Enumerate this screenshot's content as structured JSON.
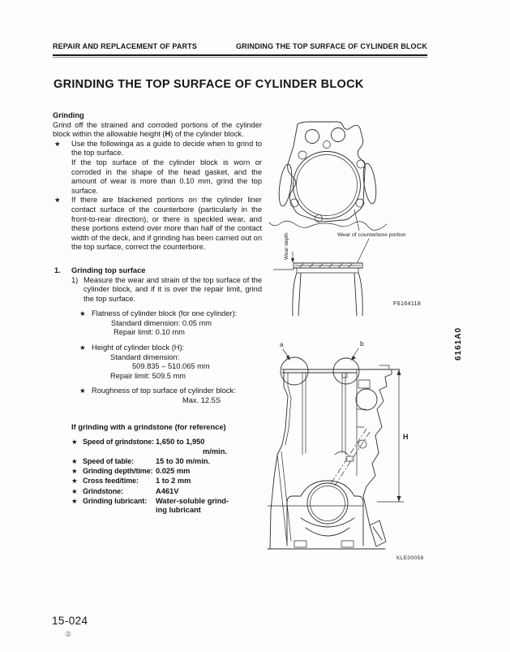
{
  "glyphs": {
    "star": "★"
  },
  "header": {
    "left": "REPAIR AND REPLACEMENT OF PARTS",
    "right": "GRINDING THE TOP SURFACE OF CYLINDER BLOCK"
  },
  "title": "GRINDING THE TOP SURFACE OF CYLINDER BLOCK",
  "grinding": {
    "heading": "Grinding",
    "intro_pre": "Grind off the strained and corroded portions of the cylinder block within the allowable height (",
    "intro_bold": "H",
    "intro_post": ") of the cylinder block.",
    "bullet1_line1": "Use the followinga as a guide to decide when to grind to the top surface.",
    "bullet1_line2": "If the top surface of the cylinder block is worn or corroded in the shape of the head gasket, and the amount of wear is more than 0.10 mm, grind the top surface.",
    "bullet2": "If there are blackened portions on the cylinder liner contact surface of the counterbore (particularly in the front-to-rear direction), or there is speckled wear, and these portions extend over more than half of the contact width of the deck, and if grinding has been carried out on the top surface, correct the counterbore."
  },
  "procedure": {
    "number": "1.",
    "heading": "Grinding top surface",
    "step_number": "1)",
    "step_text": "Measure the wear and strain of the top surface of the cylinder block, and if it is over the repair limit, grind the top surface.",
    "spec_flatness": {
      "label": "Flatness of cylinder block (for one cylinder):",
      "line1": "Standard dimension: 0.05 mm",
      "line2": "Repair limit: 0.10 mm"
    },
    "spec_height": {
      "label": "Height of cylinder block (H):",
      "line1": "Standard dimension:",
      "line2": "509.835 – 510.065 mm",
      "line3": "Repair limit: 509.5 mm"
    },
    "spec_roughness": {
      "label": "Roughness of top surface of cylinder block:",
      "line1": "Max. 12.5S"
    }
  },
  "grindstone": {
    "heading": "If grinding with a grindstone (for reference)",
    "rows": [
      {
        "label": "Speed of grindstone:",
        "value": "1,650 to 1,950",
        "value2": "m/min."
      },
      {
        "label": "Speed of table:",
        "value": "15 to 30 m/min."
      },
      {
        "label": "Grinding depth/time:",
        "value": "0.025 mm"
      },
      {
        "label": "Cross feed/time:",
        "value": "1 to 2 mm"
      },
      {
        "label": "Grindstone:",
        "value": "A461V"
      },
      {
        "label": "Grinding lubricant:",
        "value": "Water-soluble grind-",
        "value2": "ing lubricant"
      }
    ]
  },
  "figure_gasket": {
    "wear_depth_label": "Wear depth",
    "counterbore_label": "Wear of counterbore portion",
    "code": "F6164118"
  },
  "figure_block": {
    "callout_a": "a",
    "callout_b": "b",
    "dimension_h": "H",
    "code": "KLE00058"
  },
  "side_code": "6161A0",
  "footer": {
    "page_number": "15-024",
    "mark": "②"
  }
}
